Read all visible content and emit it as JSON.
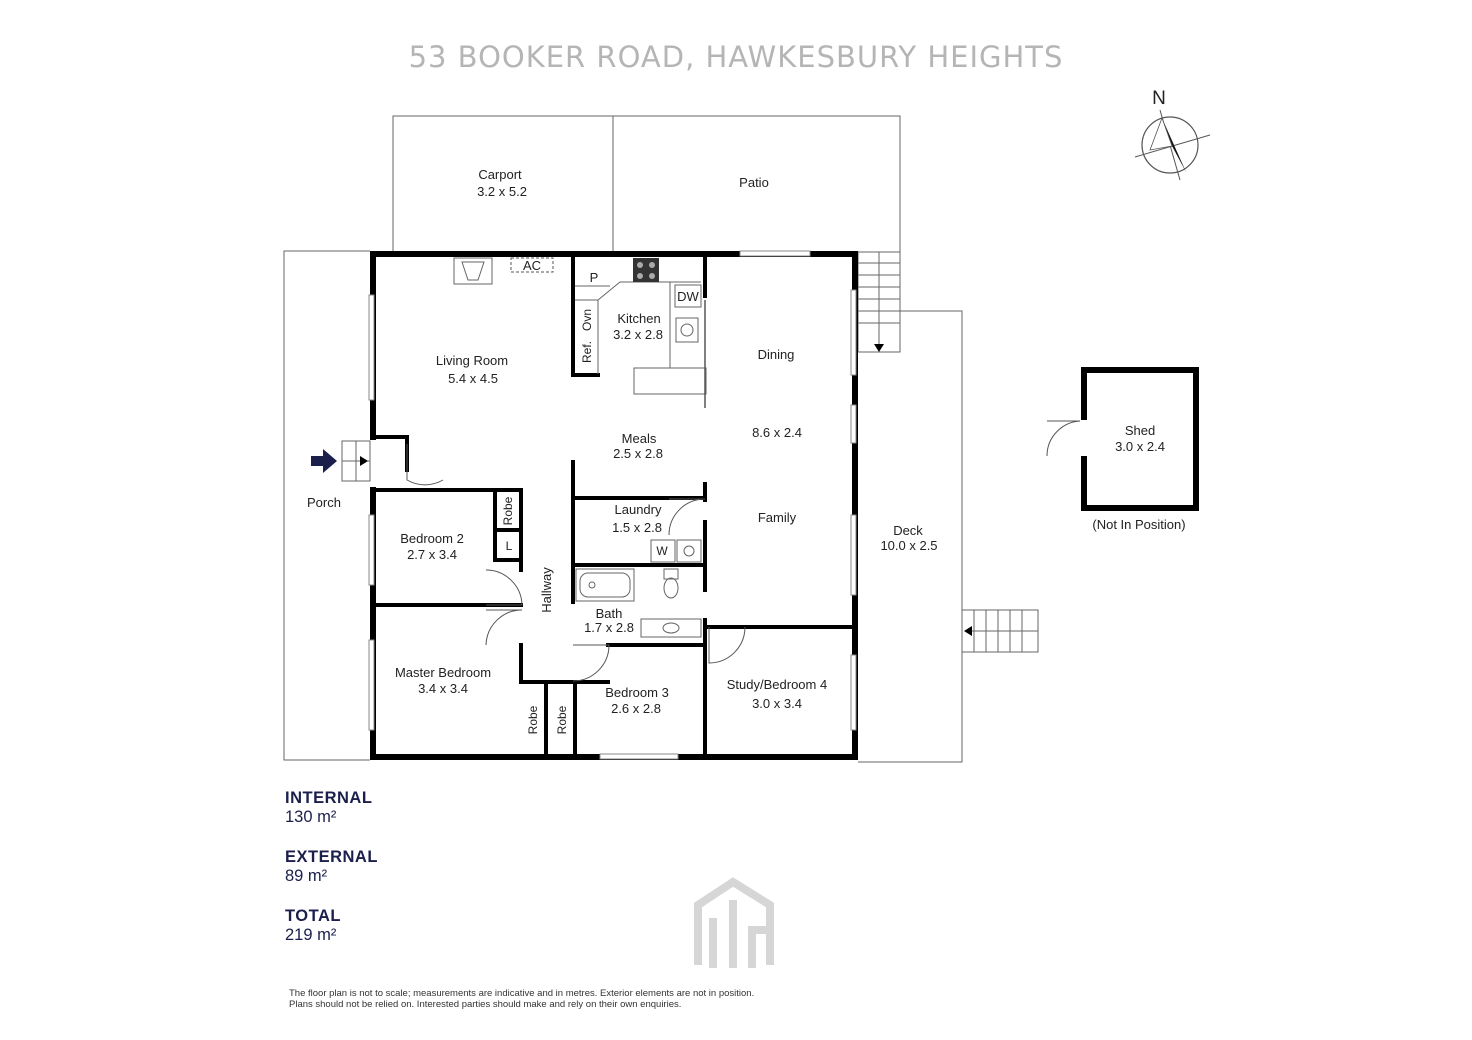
{
  "title": "53 BOOKER ROAD, HAWKESBURY HEIGHTS",
  "compass_label": "N",
  "rooms": {
    "carport": {
      "name": "Carport",
      "dims": "3.2 x 5.2"
    },
    "patio": {
      "name": "Patio"
    },
    "living": {
      "name": "Living Room",
      "dims": "5.4 x 4.5"
    },
    "kitchen": {
      "name": "Kitchen",
      "dims": "3.2 x 2.8"
    },
    "dining": {
      "name": "Dining"
    },
    "family_dims": "8.6 x 2.4",
    "family": {
      "name": "Family"
    },
    "meals": {
      "name": "Meals",
      "dims": "2.5 x 2.8"
    },
    "laundry": {
      "name": "Laundry",
      "dims": "1.5 x 2.8"
    },
    "bedroom2": {
      "name": "Bedroom 2",
      "dims": "2.7 x 3.4"
    },
    "hallway": {
      "name": "Hallway"
    },
    "bath": {
      "name": "Bath",
      "dims": "1.7 x 2.8"
    },
    "master": {
      "name": "Master Bedroom",
      "dims": "3.4 x 3.4"
    },
    "bedroom3": {
      "name": "Bedroom 3",
      "dims": "2.6 x 2.8"
    },
    "study": {
      "name": "Study/Bedroom 4",
      "dims": "3.0 x 3.4"
    },
    "deck": {
      "name": "Deck",
      "dims": "10.0 x 2.5"
    },
    "porch": {
      "name": "Porch"
    },
    "shed": {
      "name": "Shed",
      "dims": "3.0 x 2.4",
      "note": "(Not In Position)"
    }
  },
  "fixtures": {
    "ac": "AC",
    "pantry": "P",
    "dishwasher": "DW",
    "oven": "Ovn",
    "fridge": "Ref.",
    "washer": "W",
    "linen": "L",
    "robe": "Robe"
  },
  "areas": [
    {
      "label": "INTERNAL",
      "value": "130 m²"
    },
    {
      "label": "EXTERNAL",
      "value": "89 m²"
    },
    {
      "label": "TOTAL",
      "value": "219 m²"
    }
  ],
  "disclaimer": [
    "The floor plan is not to scale; measurements are indicative and in metres. Exterior elements are not in position.",
    "Plans should not be relied on. Interested parties should make and rely on their own enquiries."
  ],
  "colors": {
    "accent": "#1a1f4b",
    "title": "#b5b5b5",
    "logo": "#d6d6d6"
  }
}
